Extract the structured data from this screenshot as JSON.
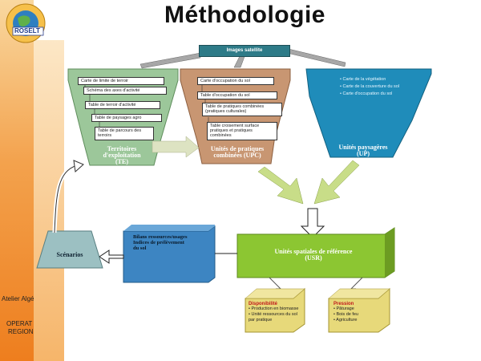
{
  "title": "Méthodologie",
  "logo": {
    "text": "ROSELT",
    "icon": "globe-logo-icon"
  },
  "sidebar": {
    "label_top": "Atelier Algé",
    "label_mid": "OPERAT",
    "label_bot": "REGION"
  },
  "top_box": "Images satellite",
  "te": {
    "items": [
      "Carte de limite de terroir",
      "Schéma des axes d'activité",
      "Table de terroir d'activité",
      "Table de paysages agro",
      "Table de parcours des terroirs"
    ],
    "label_1": "Territoires",
    "label_2": "d'exploitation",
    "label_3": "(TE)"
  },
  "upc": {
    "items": [
      "Carte d'occupation du sol",
      "Table d'occupation du sol",
      "Table de pratiques combinées (pratiques culturales)",
      "Table croisement surface pratiques et pratiques combinées"
    ],
    "label_1": "Unités de pratiques",
    "label_2": "combinées (UPC)"
  },
  "up": {
    "items": [
      "Carte de la végétation",
      "Carte de la couverture du sol",
      "Carte d'occupation du sol"
    ],
    "label_1": "Unités paysagères",
    "label_2": "(UP)"
  },
  "scenarios": "Scénarios",
  "bilans": {
    "line_1": "Bilans ressources/usages",
    "line_2": "Indices de prélèvement",
    "line_3": "du sol"
  },
  "usr": {
    "label_1": "Unités spatiales de référence",
    "label_2": "(USR)"
  },
  "dispo": {
    "title": "Disponibilité",
    "items": [
      "Production en biomasse",
      "Unité ressources du sol par pratique"
    ]
  },
  "press": {
    "title": "Pression",
    "items": [
      "Pâturage",
      "Bois de feu",
      "Agriculture"
    ]
  }
}
